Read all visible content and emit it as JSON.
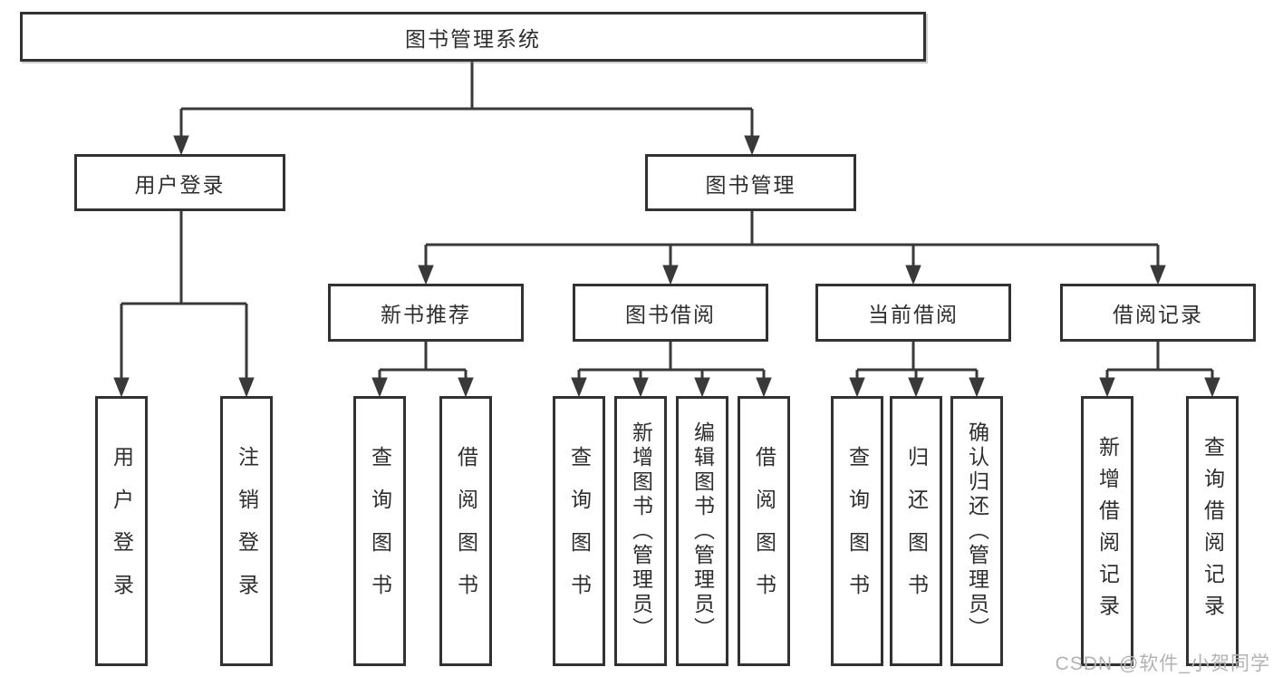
{
  "diagram": {
    "root": {
      "label": "图书管理系统"
    },
    "branches": [
      {
        "label": "用户登录",
        "children": [
          {
            "label": "用户登录"
          },
          {
            "label": "注销登录"
          }
        ]
      },
      {
        "label": "图书管理",
        "children": [
          {
            "label": "新书推荐",
            "children": [
              {
                "label": "查询图书"
              },
              {
                "label": "借阅图书"
              }
            ]
          },
          {
            "label": "图书借阅",
            "children": [
              {
                "label": "查询图书"
              },
              {
                "label": "新增图书（管理员）"
              },
              {
                "label": "编辑图书（管理员）"
              },
              {
                "label": "借阅图书"
              }
            ]
          },
          {
            "label": "当前借阅",
            "children": [
              {
                "label": "查询图书"
              },
              {
                "label": "归还图书"
              },
              {
                "label": "确认归还（管理员）"
              }
            ]
          },
          {
            "label": "借阅记录",
            "children": [
              {
                "label": "新增借阅记录"
              },
              {
                "label": "查询借阅记录"
              }
            ]
          }
        ]
      }
    ]
  },
  "watermark": {
    "text": "CSDN @软件_小贺同学"
  },
  "colors": {
    "line": "#39393b",
    "border": "#323234",
    "text": "#2e2e30",
    "background": "#ffffff",
    "watermark": "#b3b3b3"
  }
}
